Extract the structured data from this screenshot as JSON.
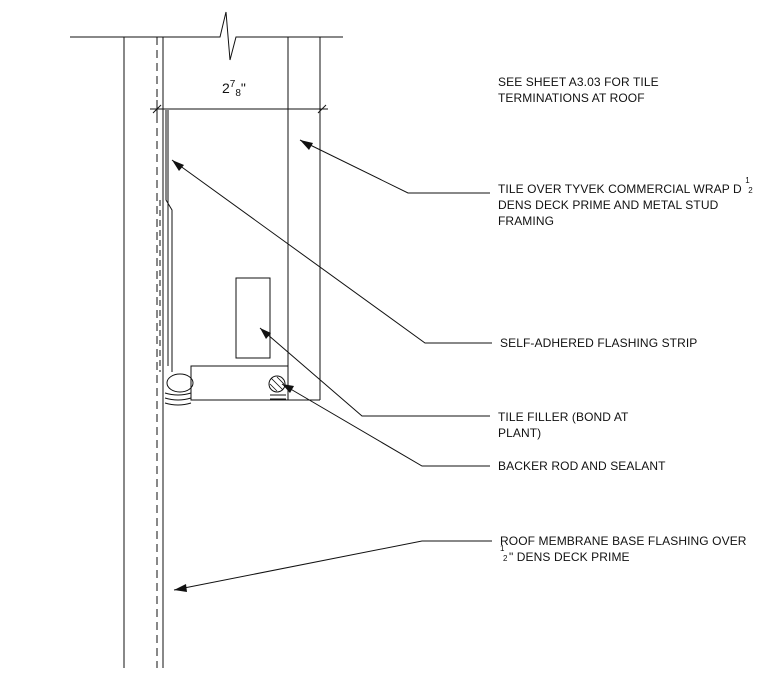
{
  "dimension": {
    "whole": "2",
    "numerator": "7",
    "denominator": "8",
    "unit": "\""
  },
  "notes": {
    "sheet_ref": {
      "line1": "SEE SHEET A3.03 FOR TILE",
      "line2": "TERMINATIONS AT ROOF"
    },
    "tile_over": {
      "line1": "TILE OVER TYVEK COMMERCIAL WRAP D",
      "line1_frac_num": "1",
      "line1_frac_den": "2",
      "line2": "DENS DECK PRIME AND METAL STUD",
      "line3": "FRAMING"
    },
    "flashing_strip": "SELF-ADHERED FLASHING STRIP",
    "tile_filler": {
      "line1": "TILE FILLER (BOND AT",
      "line2": "PLANT)"
    },
    "backer_rod": "BACKER ROD AND SEALANT",
    "roof_membrane": {
      "line1": "ROOF MEMBRANE BASE FLASHING OVER",
      "line2_frac_num": "1",
      "line2_frac_den": "2",
      "line2": "\" DENS DECK PRIME"
    }
  },
  "colors": {
    "line": "#111111",
    "background": "#ffffff"
  }
}
